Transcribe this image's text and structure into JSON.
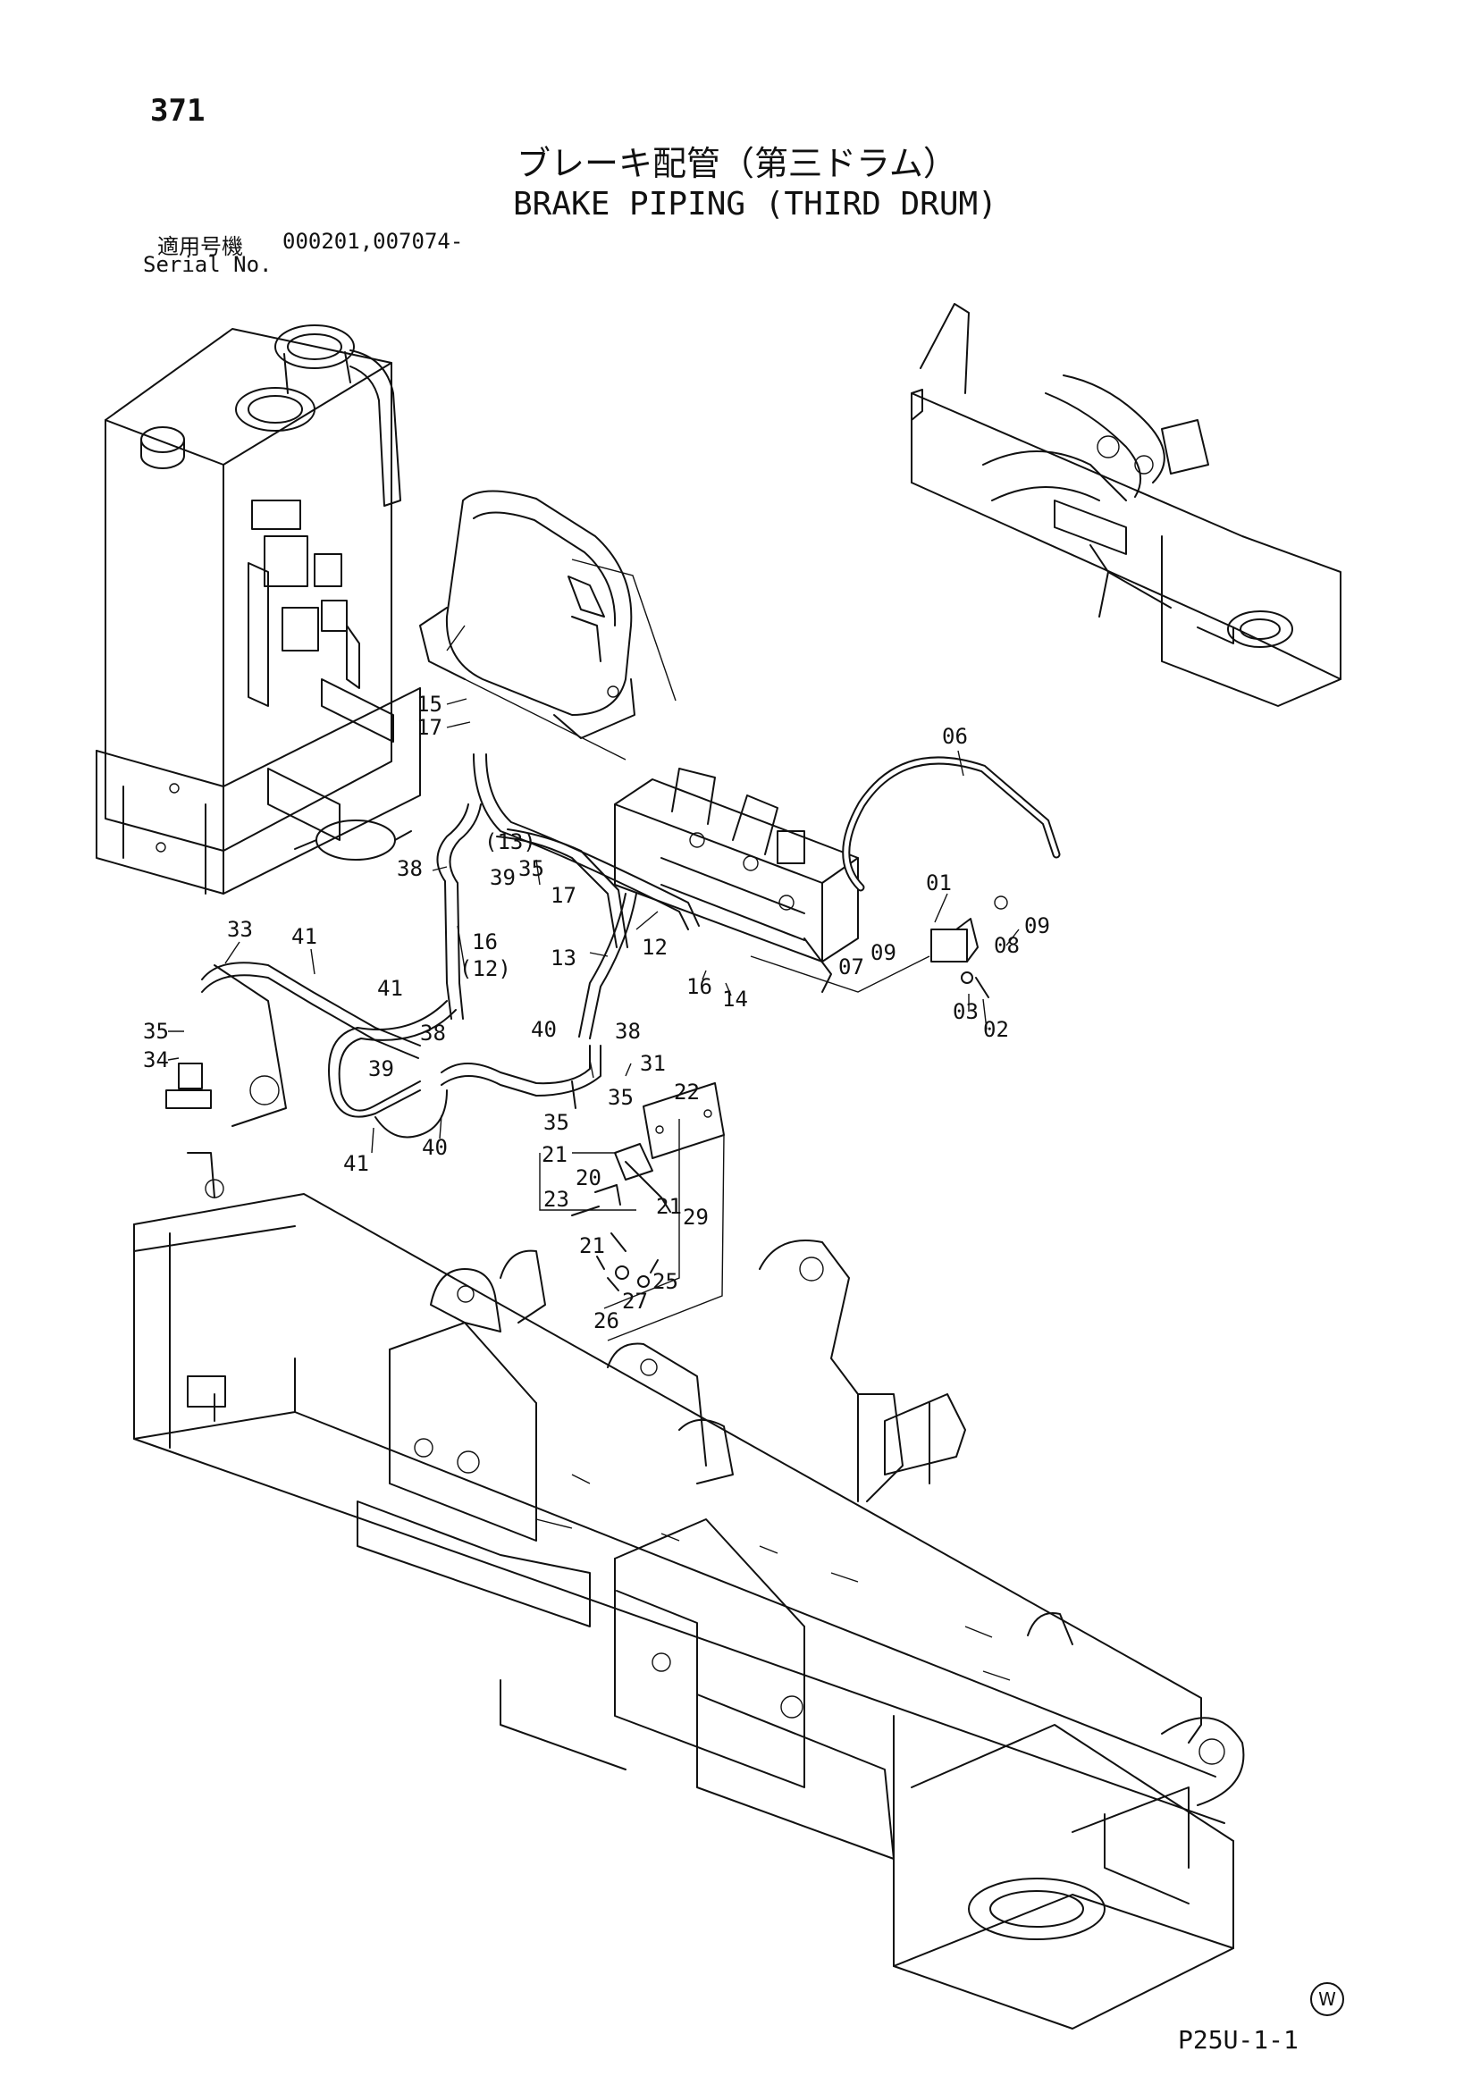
{
  "header": {
    "page_number": "371",
    "title_jp": "ブレーキ配管（第三ドラム）",
    "title_en": "BRAKE PIPING (THIRD DRUM)",
    "serial_label_jp": "適用号機",
    "serial_values": "000201,007074-",
    "serial_label_en": "Serial No."
  },
  "callouts": {
    "c15": "15",
    "c17a": "17",
    "c06": "06",
    "c13p": "(13)",
    "c38a": "38",
    "c35a": "35",
    "c39a": "39",
    "c17b": "17",
    "c01": "01",
    "c16a": "16",
    "c08": "08",
    "c09a": "09",
    "c09b": "09",
    "c12p": "(12)",
    "c33": "33",
    "c41a": "41",
    "c13": "13",
    "c12": "12",
    "c07": "07",
    "c16b": "16",
    "c14": "14",
    "c03": "03",
    "c02": "02",
    "c41b": "41",
    "c35b": "35",
    "c34": "34",
    "c38b": "38",
    "c40a": "40",
    "c38c": "38",
    "c31": "31",
    "c39b": "39",
    "c22": "22",
    "c35c": "35",
    "c35d": "35",
    "c41c": "41",
    "c40b": "40",
    "c21a": "21",
    "c20": "20",
    "c23": "23",
    "c21b": "21",
    "c29": "29",
    "c21c": "21",
    "c25": "25",
    "c27": "27",
    "c26": "26"
  },
  "footer": {
    "page_code": "P25U-1-1",
    "watermark": "W"
  }
}
